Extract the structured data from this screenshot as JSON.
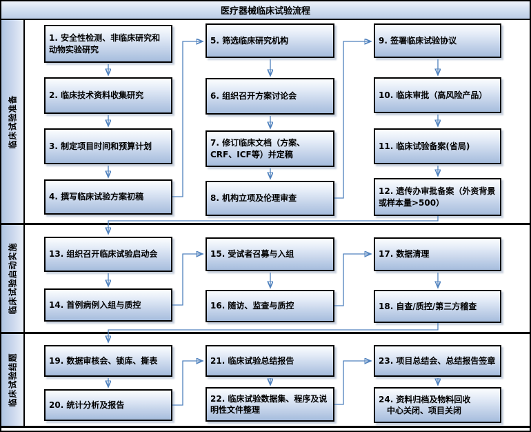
{
  "title": "医疗器械临床试验流程",
  "lanes": [
    {
      "label": "临床试验准备"
    },
    {
      "label": "临床试验启动实施"
    },
    {
      "label": "临床试验结题"
    }
  ],
  "steps": [
    "1. 安全性检测、非临床研究和动物实验研究",
    "2. 临床技术资料收集研究",
    "3. 制定项目时间和预算计划",
    "4. 撰写临床试验方案初稿",
    "5. 筛选临床研究机构",
    "6. 组织召开方案讨论会",
    "7. 修订临床文档（方案、CRF、ICF等）并定稿",
    "8. 机构立项及伦理审查",
    "9. 签署临床试验协议",
    "10. 临床审批（高风险产品）",
    "11. 临床试验备案(省局)",
    "12. 遗传办审批备案（外资背景或样本量>500）",
    "13. 组织召开临床试验启动会",
    "14. 首例病例入组与质控",
    "15. 受试者召募与入组",
    "16. 随访、监查与质控",
    "17. 数据清理",
    "18. 自查/质控/第三方稽查",
    "19. 数据审核会、锁库、撕表",
    "20. 统计分析及报告",
    "21. 临床试验总结报告",
    "22. 临床试验数据集、程序及说明性文件整理",
    "23. 项目总结会、总结报告签章",
    "24. 资料归档及物料回收\n　中心关闭、项目关闭"
  ],
  "colors": {
    "arrow": "#4f81bd",
    "box_border": "#000000",
    "box_fill_top": "#fbfdfe",
    "box_fill_bottom": "#a6bddd",
    "lane_fill": "#c3d4ea"
  }
}
